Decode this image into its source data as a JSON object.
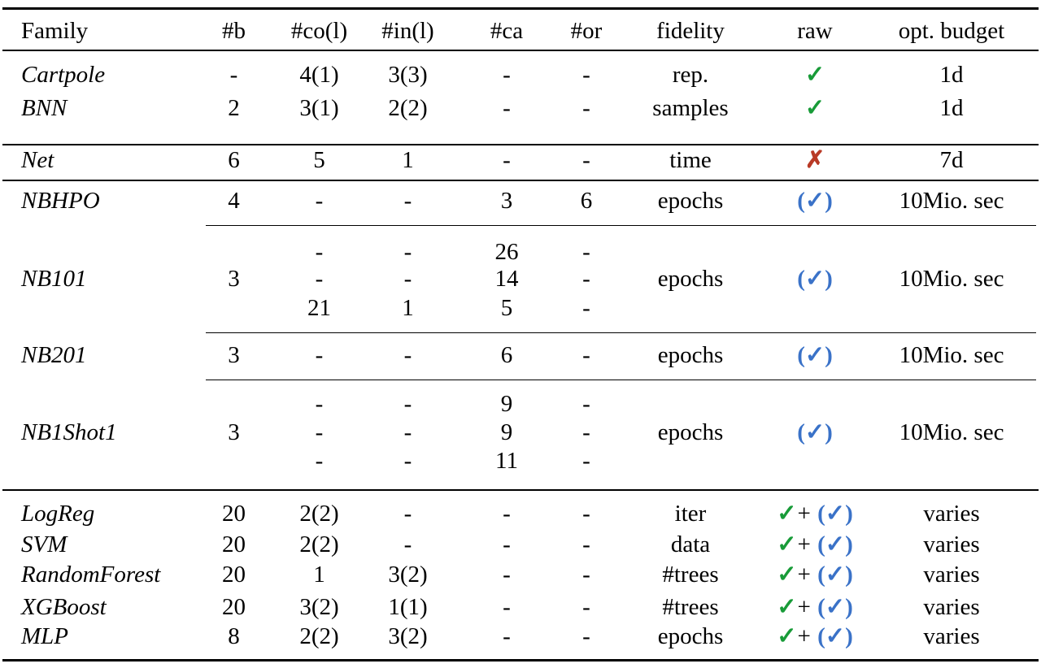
{
  "table": {
    "headers": [
      "Family",
      "#b",
      "#co(l)",
      "#in(l)",
      "#ca",
      "#or",
      "fidelity",
      "raw",
      "opt. budget"
    ],
    "rows": [
      {
        "family": "Cartpole",
        "b": "-",
        "co": "4(1)",
        "in": "3(3)",
        "ca": "-",
        "or": "-",
        "fidelity": "rep.",
        "raw": "✓",
        "budget": "1d"
      },
      {
        "family": "BNN",
        "b": "2",
        "co": "3(1)",
        "in": "2(2)",
        "ca": "-",
        "or": "-",
        "fidelity": "samples",
        "raw": "✓",
        "budget": "1d"
      },
      {
        "family": "Net",
        "b": "6",
        "co": "5",
        "in": "1",
        "ca": "-",
        "or": "-",
        "fidelity": "time",
        "raw": "✗",
        "budget": "7d"
      },
      {
        "family": "NBHPO",
        "b": "4",
        "co": "-",
        "in": "-",
        "ca": "3",
        "or": "6",
        "fidelity": "epochs",
        "raw": "(✓)",
        "budget": "10Mio. sec"
      },
      {
        "family": "",
        "b": "",
        "co": "-",
        "in": "-",
        "ca": "26",
        "or": "-",
        "fidelity": "",
        "raw": "",
        "budget": ""
      },
      {
        "family": "NB101",
        "b": "3",
        "co": "-",
        "in": "-",
        "ca": "14",
        "or": "-",
        "fidelity": "epochs",
        "raw": "(✓)",
        "budget": "10Mio. sec"
      },
      {
        "family": "",
        "b": "",
        "co": "21",
        "in": "1",
        "ca": "5",
        "or": "-",
        "fidelity": "",
        "raw": "",
        "budget": ""
      },
      {
        "family": "NB201",
        "b": "3",
        "co": "-",
        "in": "-",
        "ca": "6",
        "or": "-",
        "fidelity": "epochs",
        "raw": "(✓)",
        "budget": "10Mio. sec"
      },
      {
        "family": "",
        "b": "",
        "co": "-",
        "in": "-",
        "ca": "9",
        "or": "-",
        "fidelity": "",
        "raw": "",
        "budget": ""
      },
      {
        "family": "NB1Shot1",
        "b": "3",
        "co": "-",
        "in": "-",
        "ca": "9",
        "or": "-",
        "fidelity": "epochs",
        "raw": "(✓)",
        "budget": "10Mio. sec"
      },
      {
        "family": "",
        "b": "",
        "co": "-",
        "in": "-",
        "ca": "11",
        "or": "-",
        "fidelity": "",
        "raw": "",
        "budget": ""
      },
      {
        "family": "LogReg",
        "b": "20",
        "co": "2(2)",
        "in": "-",
        "ca": "-",
        "or": "-",
        "fidelity": "iter",
        "raw": "✓+ (✓)",
        "budget": "varies"
      },
      {
        "family": "SVM",
        "b": "20",
        "co": "2(2)",
        "in": "-",
        "ca": "-",
        "or": "-",
        "fidelity": "data",
        "raw": "✓+ (✓)",
        "budget": "varies"
      },
      {
        "family": "RandomForest",
        "b": "20",
        "co": "1",
        "in": "3(2)",
        "ca": "-",
        "or": "-",
        "fidelity": "#trees",
        "raw": "✓+ (✓)",
        "budget": "varies"
      },
      {
        "family": "XGBoost",
        "b": "20",
        "co": "3(2)",
        "in": "1(1)",
        "ca": "-",
        "or": "-",
        "fidelity": "#trees",
        "raw": "✓+ (✓)",
        "budget": "varies"
      },
      {
        "family": "MLP",
        "b": "8",
        "co": "2(2)",
        "in": "3(2)",
        "ca": "-",
        "or": "-",
        "fidelity": "epochs",
        "raw": "✓+ (✓)",
        "budget": "varies"
      }
    ]
  },
  "colors": {
    "check_green": "#189b38",
    "cross_red": "#b93a26",
    "paren_blue": "#3a72c8",
    "text": "#000000",
    "rule": "#000000",
    "background": "#ffffff"
  }
}
